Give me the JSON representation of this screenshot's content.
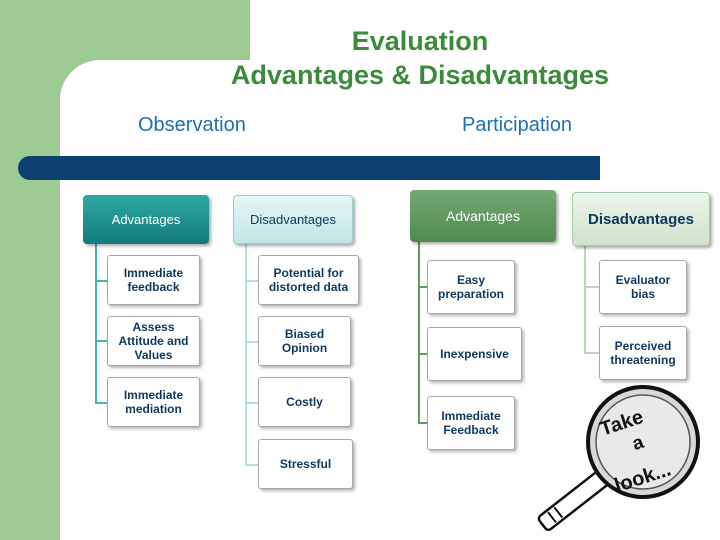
{
  "slide": {
    "title_line1": "Evaluation",
    "title_line2": "Advantages & Disadvantages",
    "observation_label": "Observation",
    "participation_label": "Participation"
  },
  "observation": {
    "advantages": {
      "header": "Advantages",
      "items": [
        "Immediate feedback",
        "Assess Attitude and Values",
        "Immediate mediation"
      ]
    },
    "disadvantages": {
      "header": "Disadvantages",
      "items": [
        "Potential for distorted data",
        "Biased Opinion",
        "Costly",
        "Stressful"
      ]
    }
  },
  "participation": {
    "advantages": {
      "header": "Advantages",
      "items": [
        "Easy preparation",
        "Inexpensive",
        "Immediate Feedback"
      ]
    },
    "disadvantages": {
      "header": "Disadvantages",
      "items": [
        "Evaluator bias",
        "Perceived threatening"
      ]
    }
  },
  "magnifier": {
    "line1": "Take",
    "line2": "a",
    "line3": "look..."
  },
  "colors": {
    "title_green": "#3c8a3c",
    "subtitle_blue": "#1f6fb6",
    "bar_navy": "#0d3f70",
    "side_green": "#9ecb93"
  }
}
